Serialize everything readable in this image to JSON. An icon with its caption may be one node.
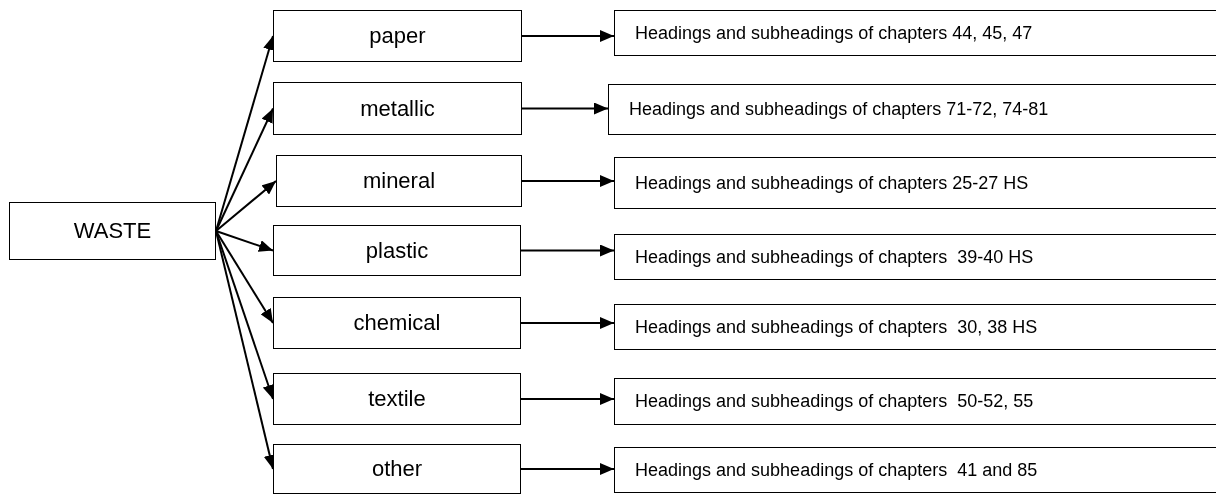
{
  "diagram": {
    "nodes": [
      {
        "text": [
          "WASTE"
        ]
      },
      {
        "text": [
          "paper"
        ]
      },
      {
        "text": [
          "Headings and subheadings of chapters 44, 45, 47"
        ]
      },
      {
        "text": [
          "metallic"
        ]
      },
      {
        "text": [
          "Headings and subheadings of chapters 71-72, 74-81"
        ]
      },
      {
        "text": [
          "mineral"
        ]
      },
      {
        "text": [
          "Headings and subheadings of chapters 25-27 HS"
        ]
      },
      {
        "text": [
          "plastic"
        ]
      },
      {
        "text": [
          "Headings and subheadings of chapters  39-40 HS"
        ]
      },
      {
        "text": [
          "chemical"
        ]
      },
      {
        "text": [
          "Headings and subheadings of chapters  30, 38 HS"
        ]
      },
      {
        "text": [
          "textile"
        ]
      },
      {
        "text": [
          "Headings and subheadings of chapters  50-52, 55"
        ]
      },
      {
        "text": [
          "other"
        ]
      },
      {
        "text": [
          "Headings and subheadings of chapters  41 and 85"
        ]
      }
    ],
    "edges": [
      {
        "from": 0,
        "to": 1,
        "arrow": "to"
      },
      {
        "from": 0,
        "to": 3,
        "arrow": "to"
      },
      {
        "from": 0,
        "to": 5,
        "arrow": "to"
      },
      {
        "from": 0,
        "to": 7,
        "arrow": "to"
      },
      {
        "from": 0,
        "to": 9,
        "arrow": "to"
      },
      {
        "from": 0,
        "to": 11,
        "arrow": "to"
      },
      {
        "from": 0,
        "to": 13,
        "arrow": "to"
      },
      {
        "from": 1,
        "to": 2,
        "arrow": "to"
      },
      {
        "from": 3,
        "to": 4,
        "arrow": "to"
      },
      {
        "from": 5,
        "to": 6,
        "arrow": "to"
      },
      {
        "from": 7,
        "to": 8,
        "arrow": "to"
      },
      {
        "from": 9,
        "to": 10,
        "arrow": "to"
      },
      {
        "from": 11,
        "to": 12,
        "arrow": "to"
      },
      {
        "from": 13,
        "to": 14,
        "arrow": "to"
      }
    ]
  }
}
